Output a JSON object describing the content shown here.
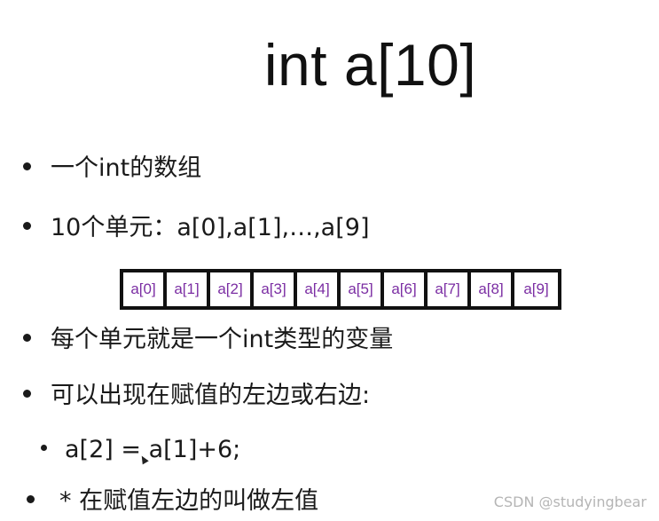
{
  "slide": {
    "title": "int a[10]",
    "bullets": [
      "一个int的数组",
      "10个单元：a[0],a[1],…,a[9]",
      "每个单元就是一个int类型的变量",
      "可以出现在赋值的左边或右边:",
      "a[2] = a[1]+6;",
      "* 在赋值左边的叫做左值"
    ],
    "array_cells": [
      "a[0]",
      "a[1]",
      "a[2]",
      "a[3]",
      "a[4]",
      "a[5]",
      "a[6]",
      "a[7]",
      "a[8]",
      "a[9]"
    ],
    "cell_text_color": "#7b2ea3"
  },
  "watermark": "CSDN @studyingbear"
}
